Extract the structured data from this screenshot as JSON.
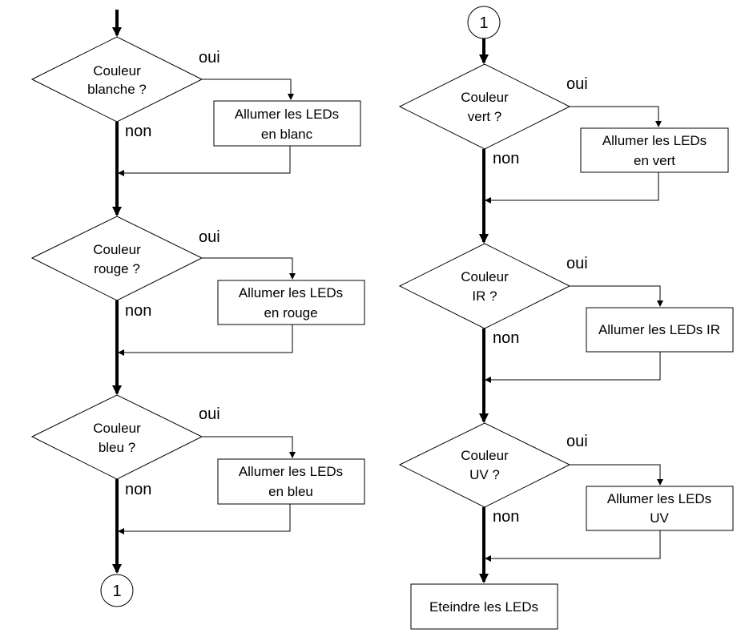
{
  "decisions": [
    {
      "lines": [
        "Couleur",
        "blanche ?"
      ],
      "yes": "oui",
      "no": "non",
      "action": [
        "Allumer les LEDs",
        "en blanc"
      ]
    },
    {
      "lines": [
        "Couleur",
        "rouge ?"
      ],
      "yes": "oui",
      "no": "non",
      "action": [
        "Allumer les LEDs",
        "en rouge"
      ]
    },
    {
      "lines": [
        "Couleur",
        "bleu ?"
      ],
      "yes": "oui",
      "no": "non",
      "action": [
        "Allumer les LEDs",
        "en bleu"
      ]
    },
    {
      "lines": [
        "Couleur",
        "vert ?"
      ],
      "yes": "oui",
      "no": "non",
      "action": [
        "Allumer les LEDs",
        "en vert"
      ]
    },
    {
      "lines": [
        "Couleur",
        "IR ?"
      ],
      "yes": "oui",
      "no": "non",
      "action": [
        "Allumer les LEDs IR"
      ]
    },
    {
      "lines": [
        "Couleur",
        "UV ?"
      ],
      "yes": "oui",
      "no": "non",
      "action": [
        "Allumer les LEDs",
        "UV"
      ]
    }
  ],
  "connector_label": "1",
  "end_label": "Eteindre les LEDs"
}
